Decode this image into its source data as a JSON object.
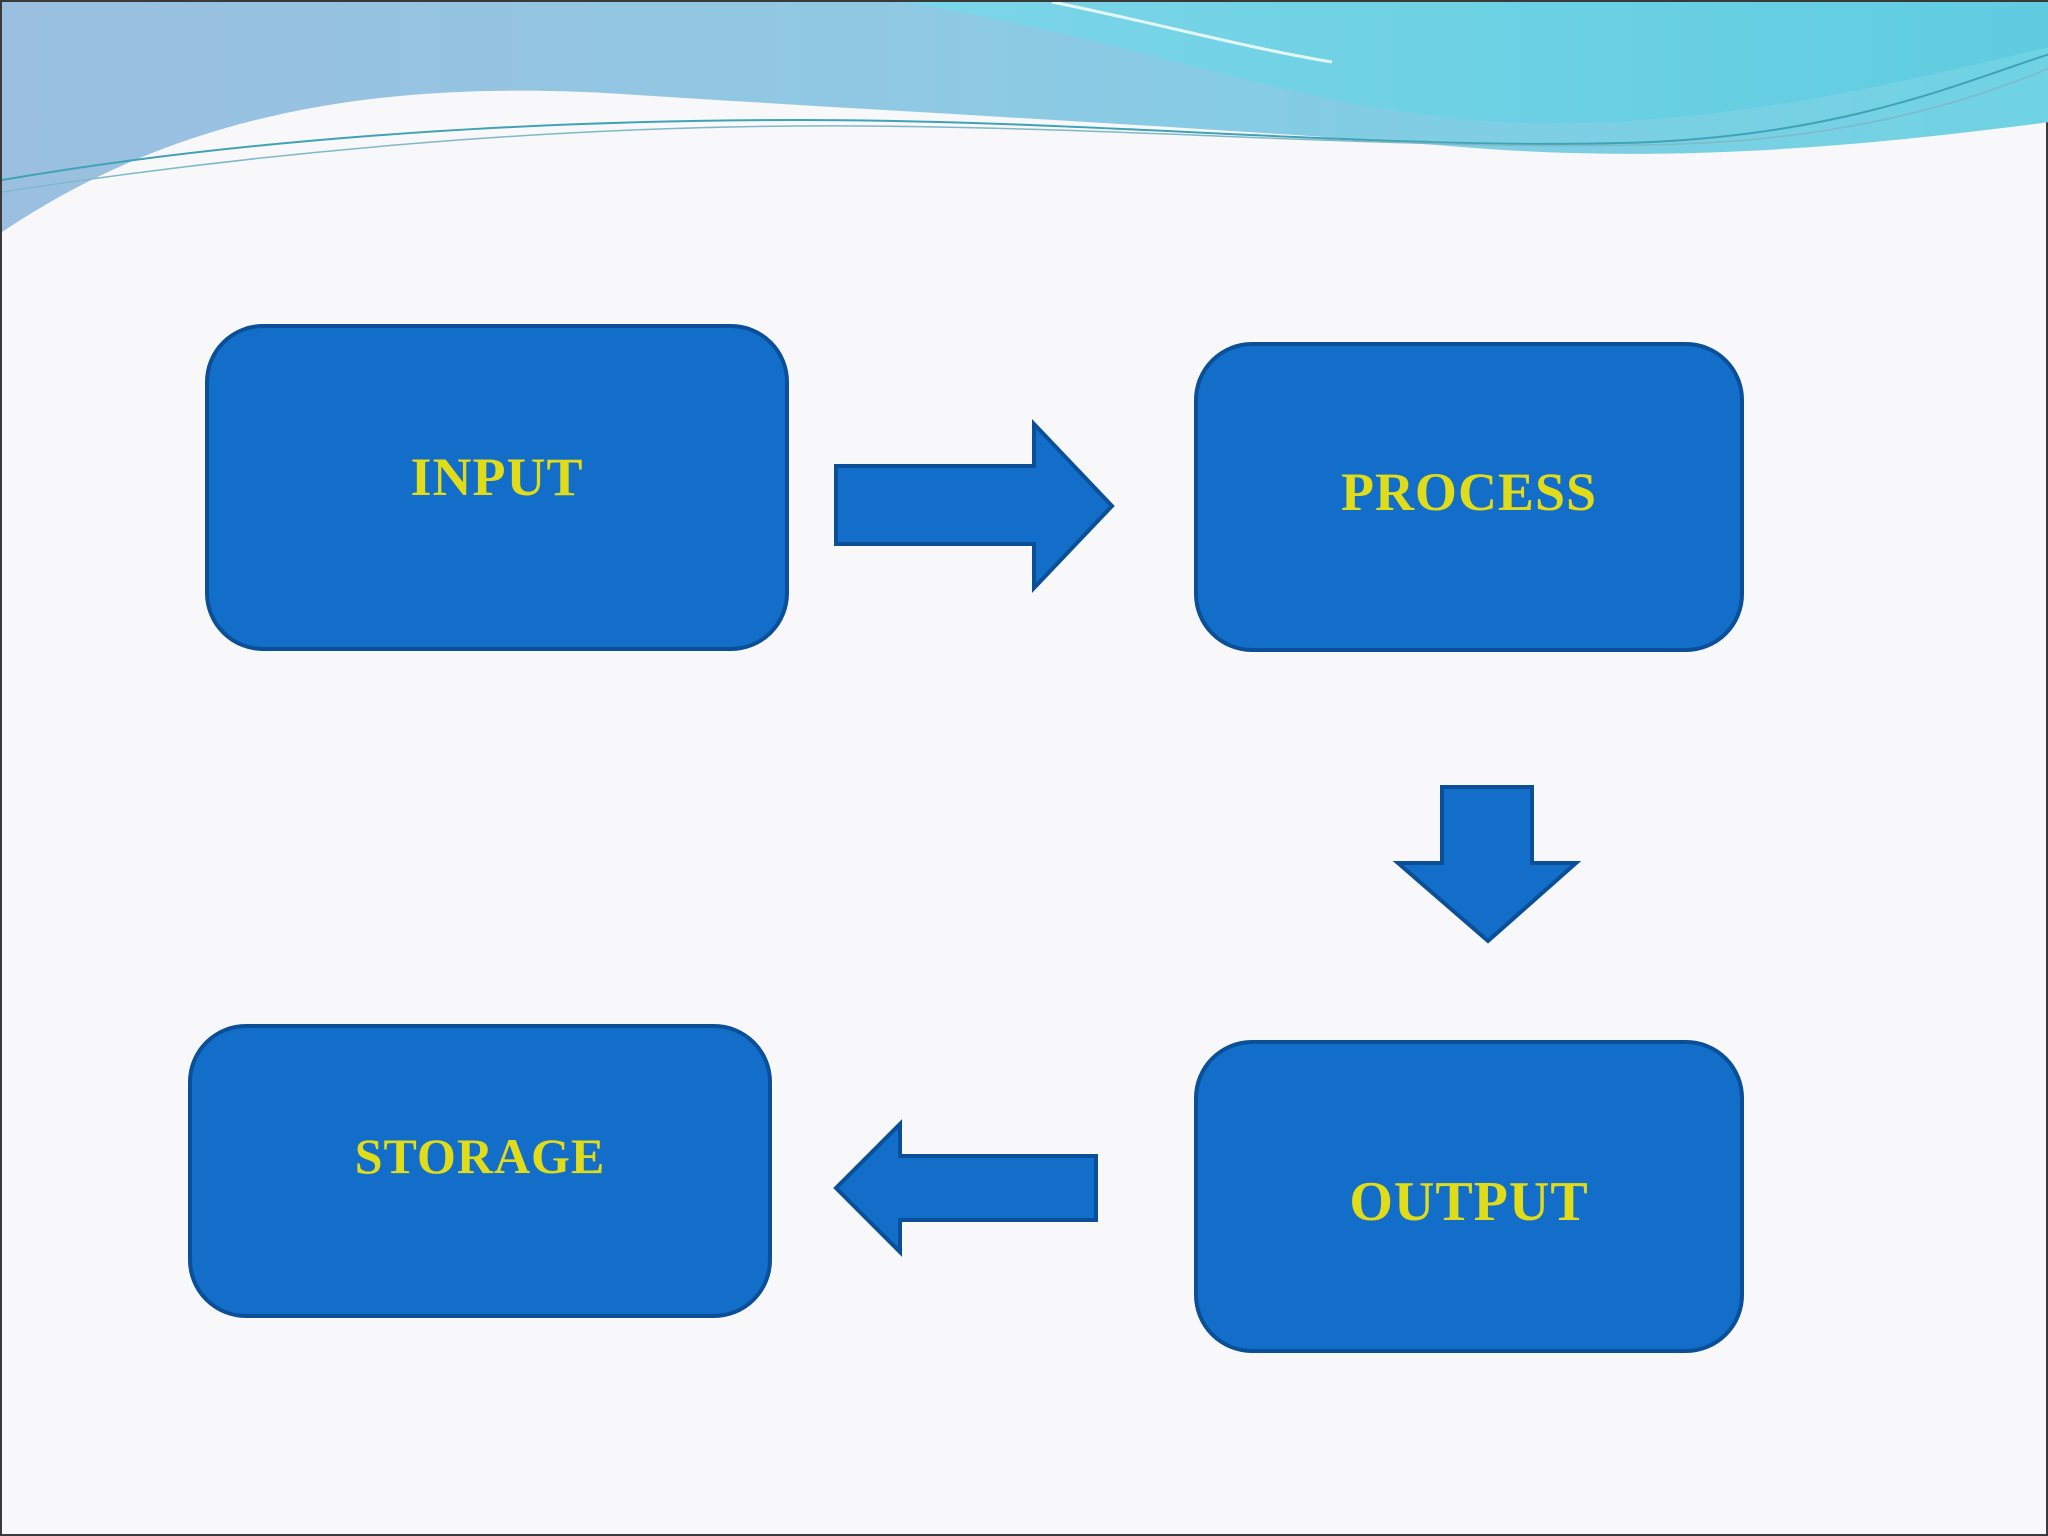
{
  "colors": {
    "box_fill": "#126ec8",
    "box_border": "#0a4f97",
    "label_text": "#e0dc1a",
    "background": "#f8f8fa",
    "wave_light": "#86d9e6",
    "wave_mid": "#8ec3e0"
  },
  "diagram": {
    "nodes": [
      {
        "id": "input",
        "label": "INPUT"
      },
      {
        "id": "process",
        "label": "PROCESS"
      },
      {
        "id": "output",
        "label": "OUTPUT"
      },
      {
        "id": "storage",
        "label": "STORAGE"
      }
    ],
    "edges": [
      {
        "from": "input",
        "to": "process",
        "icon": "arrow-right-icon"
      },
      {
        "from": "process",
        "to": "output",
        "icon": "arrow-down-icon"
      },
      {
        "from": "output",
        "to": "storage",
        "icon": "arrow-left-icon"
      }
    ]
  }
}
